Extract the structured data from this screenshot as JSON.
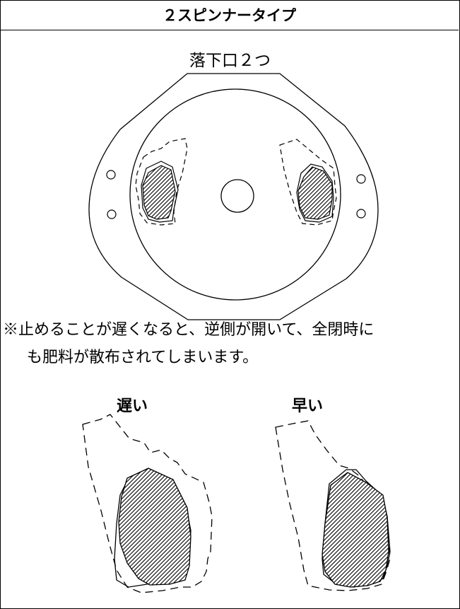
{
  "header": {
    "title": "２スピンナータイプ"
  },
  "plate": {
    "caption": "落下口２つ"
  },
  "note": {
    "line1": "※止めることが遅くなると、逆側が開いて、全閉時に",
    "line2": "も肥料が散布されてしまいます。"
  },
  "comparison": {
    "late_label": "遅い",
    "early_label": "早い"
  }
}
